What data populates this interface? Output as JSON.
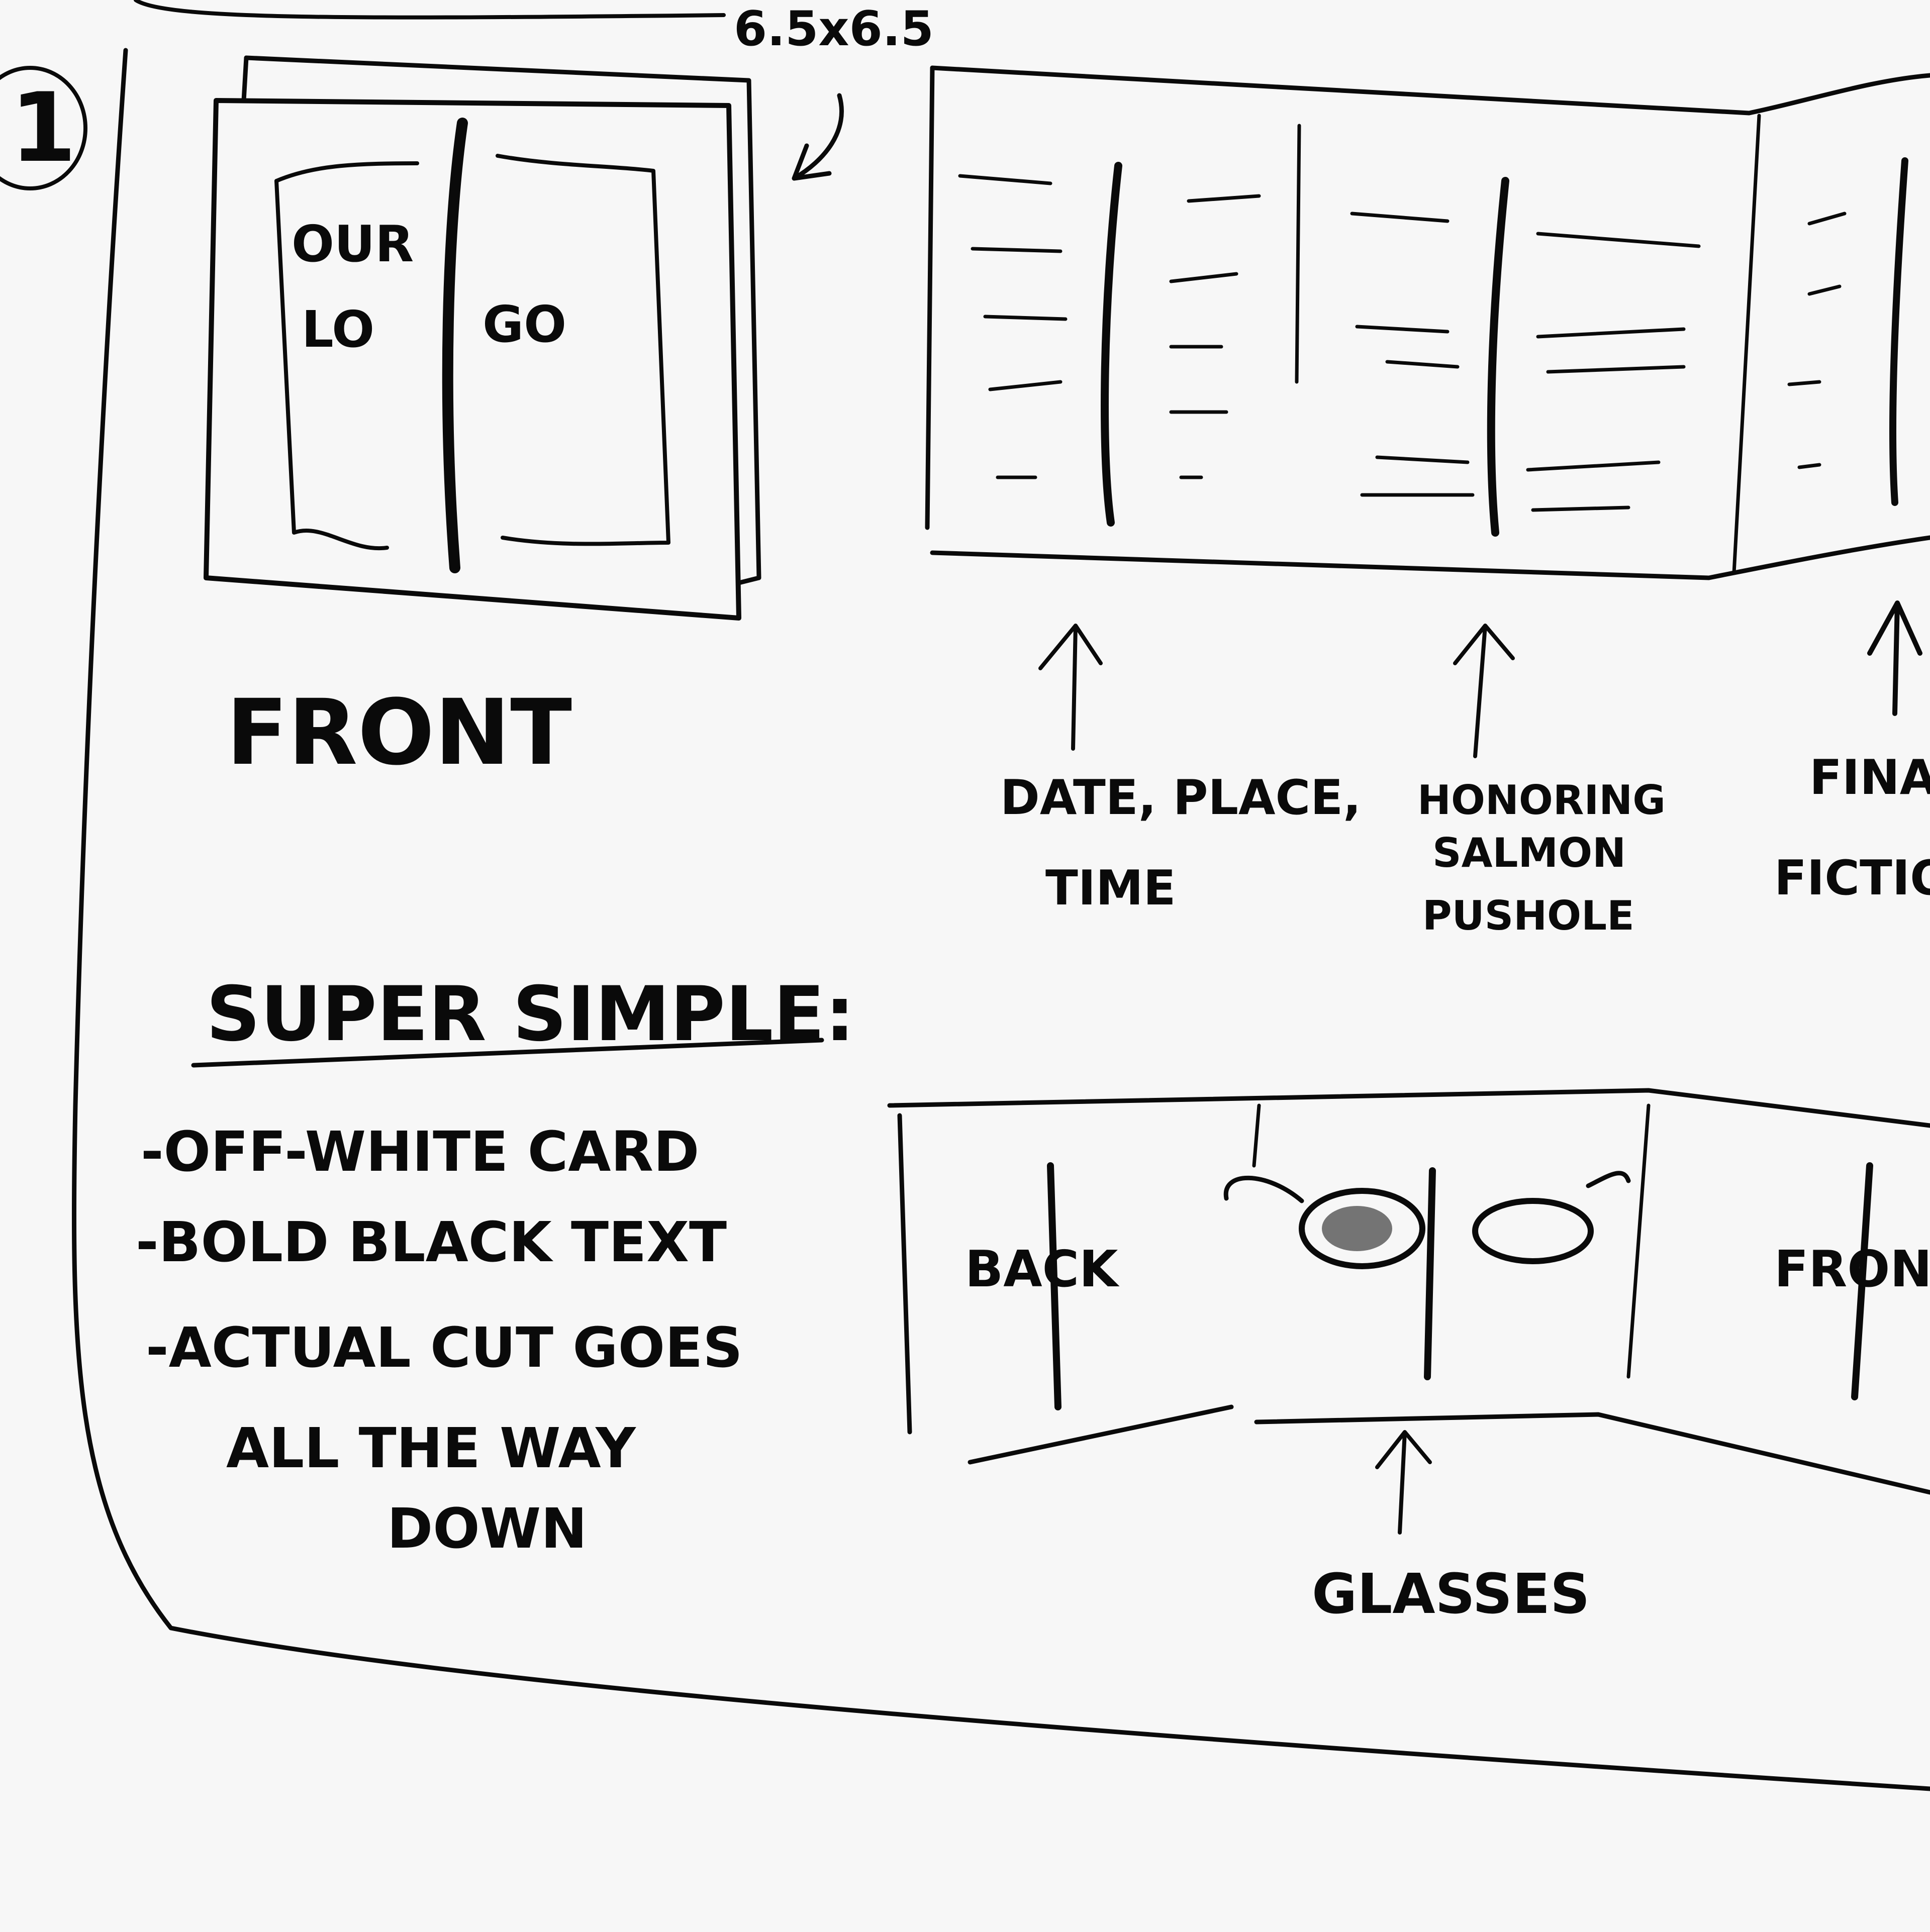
{
  "sketch": {
    "number": "1",
    "dimensions": "6.5x6.5",
    "cover_logo_left_top": "OUR",
    "cover_logo_left_bottom": "LO",
    "cover_logo_right": "GO",
    "front_label": "FRONT",
    "annotations": [
      {
        "line1": "DATE, PLACE,",
        "line2": "TIME"
      },
      {
        "line1": "HONORING",
        "line2": "SALMON",
        "line3": "PUSHOLE"
      },
      {
        "line1": "FINAL",
        "line2": "FICTION"
      }
    ],
    "bottom_panels": {
      "back_label": "BACK",
      "front_label": "FRON",
      "glasses_label": "GLASSES"
    },
    "notes": {
      "heading": "SUPER SIMPLE:",
      "items": [
        "-OFF-WHITE CARD",
        "-BOLD BLACK TEXT",
        "-ACTUAL CUT GOES",
        "ALL THE WAY",
        "DOWN"
      ]
    },
    "colors": {
      "ink": "#0a0a0a",
      "paper": "#f7f7f7"
    }
  }
}
